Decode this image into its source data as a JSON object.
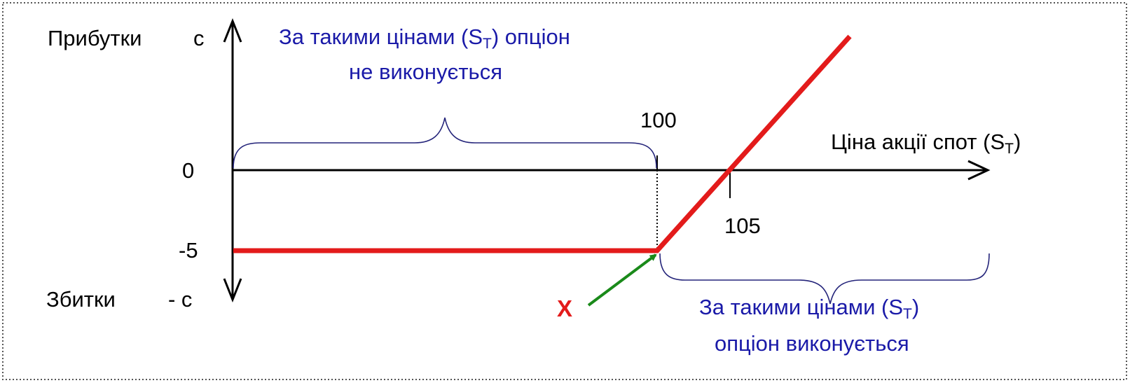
{
  "labels": {
    "profit": "Прибутки",
    "loss": "Збитки",
    "c_pos": "c",
    "c_neg": "- c",
    "zero": "0",
    "minus5": "-5",
    "strike": "100",
    "breakeven": "105",
    "x_marker": "X",
    "x_axis_main": "Ціна акції спот (S",
    "x_axis_sub": "T",
    "x_axis_close": ")"
  },
  "region_left": {
    "line1_main": "За такими цінами (S",
    "line1_sub": "T",
    "line1_end": ") опціон",
    "line2": "не виконується"
  },
  "region_right": {
    "line1_main": "За такими цінами (S",
    "line1_sub": "T",
    "line1_end": ")",
    "line2": "опціон виконується"
  },
  "payoff": {
    "strike": 100,
    "premium": 5,
    "breakeven": 105
  },
  "colors": {
    "axis": "#000000",
    "payoff_line": "#e31b1b",
    "arrow": "#1a8a1a",
    "region_text": "#1a1aa8",
    "brace": "#24247a",
    "frame": "#555555"
  }
}
